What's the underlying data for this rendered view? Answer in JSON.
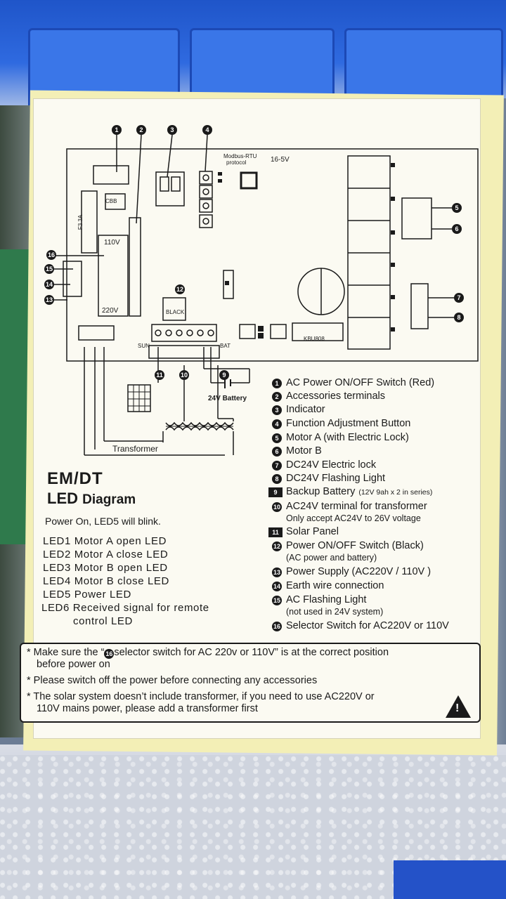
{
  "title_line1": "EM/DT",
  "title_line2_bold": "LED",
  "title_line2_rest": "Diagram",
  "power_on_note": "Power On,  LED5 will blink.",
  "led_list": [
    "LED1 Motor A open LED",
    "LED2 Motor A close LED",
    "LED3 Motor B open LED",
    "LED4 Motor B close LED",
    "LED5 Power LED",
    "LED6 Received signal for remote",
    "control LED"
  ],
  "legend": [
    {
      "num": "1",
      "text": "AC Power ON/OFF Switch (Red)",
      "sub": ""
    },
    {
      "num": "2",
      "text": "Accessories terminals",
      "sub": ""
    },
    {
      "num": "3",
      "text": "Indicator",
      "sub": ""
    },
    {
      "num": "4",
      "text": "Function Adjustment Button",
      "sub": ""
    },
    {
      "num": "5",
      "text": "Motor A (with Electric Lock)",
      "sub": ""
    },
    {
      "num": "6",
      "text": "Motor B",
      "sub": ""
    },
    {
      "num": "7",
      "text": "DC24V Electric lock",
      "sub": ""
    },
    {
      "num": "8",
      "text": "DC24V Flashing Light",
      "sub": ""
    },
    {
      "num": "9",
      "text": "Backup Battery",
      "small": "(12V 9ah x 2 in series)",
      "sub": ""
    },
    {
      "num": "10",
      "text": "AC24V terminal for transformer",
      "sub": "Only accept AC24V to 26V voltage"
    },
    {
      "num": "11",
      "text": "Solar Panel",
      "sub": ""
    },
    {
      "num": "12",
      "text": "Power ON/OFF Switch (Black)",
      "sub": "(AC power and battery)"
    },
    {
      "num": "13",
      "text": "Power Supply (AC220V / 110V )",
      "sub": ""
    },
    {
      "num": "14",
      "text": "Earth wire connection",
      "sub": ""
    },
    {
      "num": "15",
      "text": "AC Flashing Light",
      "sub": "(not used in 24V system)"
    },
    {
      "num": "16",
      "text": "Selector Switch for AC220V or 110V",
      "sub": ""
    }
  ],
  "notes": {
    "n1a": "* Make sure the “",
    "n1num": "16",
    "n1b": "selector switch for AC 220v or 110V” is at the correct position",
    "n1c": "before power on",
    "n2": "* Please switch off the power before connecting any accessories",
    "n3a": "* The solar system doesn’t include transformer, if you need to use AC220V or",
    "n3b": "110V mains power, please add a transformer first"
  },
  "diagram": {
    "modbus": "Modbus-RTU",
    "protocol": "protocol",
    "voltage": "16-5V",
    "battery": "24V Battery",
    "transformer": "Transformer",
    "kbu": "KBU808",
    "v110": "110V",
    "v220": "220V",
    "cbb": "CBB",
    "fuse": "F3  3A",
    "black": "BLACK",
    "sun": "SUN",
    "bat": "BAT",
    "callouts": [
      "1",
      "2",
      "3",
      "4",
      "5",
      "6",
      "7",
      "8",
      "9",
      "10",
      "11",
      "12",
      "13",
      "14",
      "15",
      "16"
    ]
  },
  "colors": {
    "label_bg": "#fbfaf2",
    "sticker_border": "#f3efb6",
    "ink": "#1a1a1a"
  }
}
